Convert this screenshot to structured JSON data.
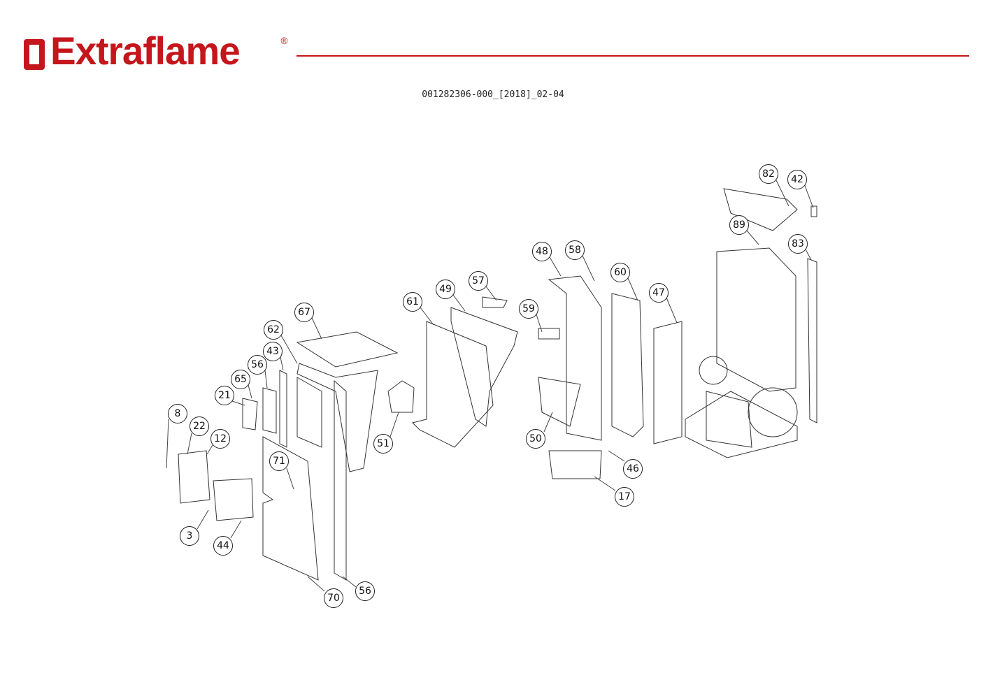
{
  "brand": {
    "name": "Extraflame",
    "registered": "®",
    "color": "#c4161c"
  },
  "document_number": "001282306-000_[2018]_02-04",
  "callouts": [
    "82",
    "42",
    "89",
    "83",
    "48",
    "58",
    "60",
    "47",
    "57",
    "49",
    "61",
    "59",
    "67",
    "62",
    "43",
    "56",
    "65",
    "21",
    "8",
    "22",
    "12",
    "51",
    "50",
    "46",
    "17",
    "71",
    "3",
    "44",
    "70",
    "56"
  ]
}
